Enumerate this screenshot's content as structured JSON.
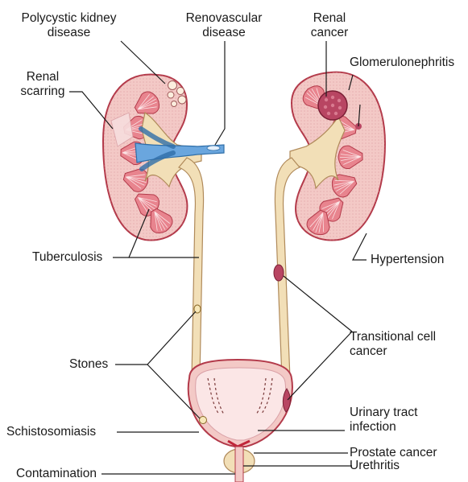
{
  "labels": {
    "polycystic": [
      "Polycystic kidney",
      "disease"
    ],
    "renovascular": [
      "Renovascular",
      "disease"
    ],
    "renal_cancer": [
      "Renal",
      "cancer"
    ],
    "glomerulonephritis": [
      "Glomerulonephritis"
    ],
    "renal_scarring": [
      "Renal",
      "scarring"
    ],
    "tuberculosis": [
      "Tuberculosis"
    ],
    "hypertension": [
      "Hypertension"
    ],
    "transitional": [
      "Transitional cell",
      "cancer"
    ],
    "stones": [
      "Stones"
    ],
    "uti": [
      "Urinary tract",
      "infection"
    ],
    "schistosomiasis": [
      "Schistosomiasis"
    ],
    "prostate": [
      "Prostate cancer"
    ],
    "contamination": [
      "Contamination"
    ],
    "urethritis": [
      "Urethritis"
    ]
  },
  "colors": {
    "kidney_capsule": "#f3c9c6",
    "kidney_outline": "#b33a4a",
    "pyramid": "#e8848e",
    "pelvis": "#f2dfb7",
    "ureter": "#f2dfb7",
    "vein": "#6aa6de",
    "bladder": "#f3c9c6",
    "lesion": "#b84562",
    "prostate": "#f2dfb7",
    "leader": "#1a1a1a"
  }
}
